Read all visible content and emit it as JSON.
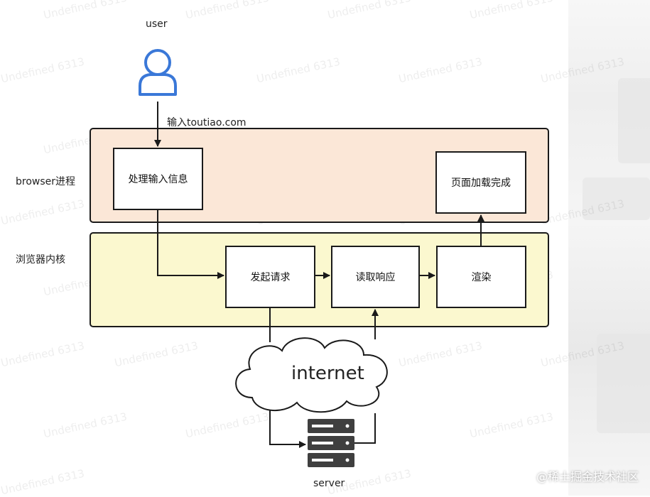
{
  "diagram": {
    "actor_label": "user",
    "input_edge_label": "输入toutiao.com",
    "browser_lane_label": "browser进程",
    "kernel_lane_label": "浏览器内核",
    "nodes": {
      "process_input": "处理输入信息",
      "page_loaded": "页面加载完成",
      "send_request": "发起请求",
      "read_response": "读取响应",
      "render": "渲染"
    },
    "cloud_label": "internet",
    "server_label": "server"
  },
  "watermark": "Undefined 6313",
  "brand_watermark": "@稀土掘金技术社区",
  "colors": {
    "browser_lane": "#fbe7d7",
    "kernel_lane": "#fbf8cf",
    "user_icon": "#3a78d8",
    "server_icon": "#3f3f3f"
  }
}
